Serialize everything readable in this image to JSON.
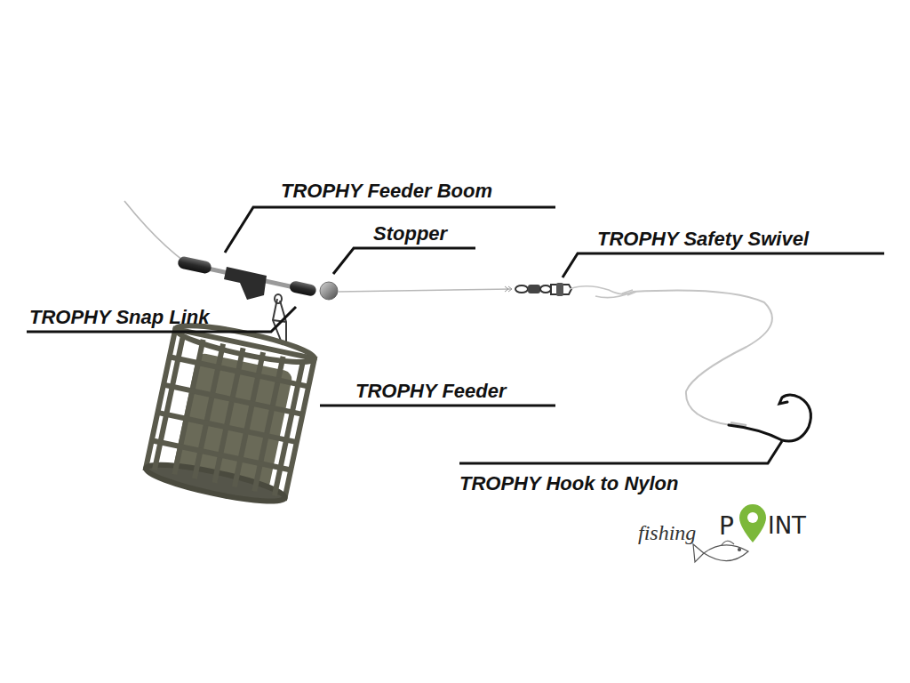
{
  "diagram": {
    "labels": [
      "TROPHY Feeder Boom",
      "Stopper",
      "TROPHY Safety Swivel",
      "TROPHY Snap Link",
      "TROPHY Feeder",
      "TROPHY Hook to Nylon",
      "fishing",
      "P",
      "INT"
    ]
  }
}
